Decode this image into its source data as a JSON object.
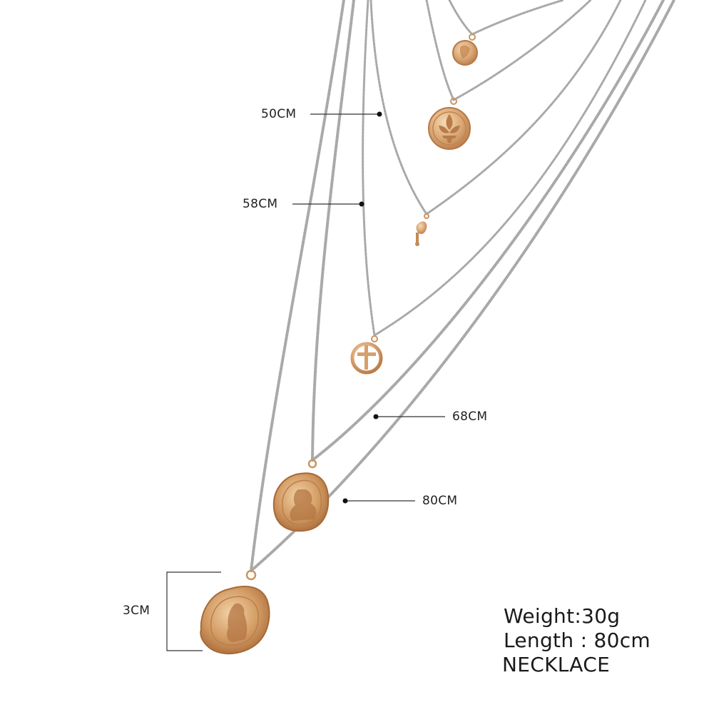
{
  "measurements": [
    {
      "label": "50CM"
    },
    {
      "label": "58CM"
    },
    {
      "label": "68CM"
    },
    {
      "label": "80CM"
    }
  ],
  "pendant_size": {
    "label": "3CM"
  },
  "specs": {
    "weight": "Weight:30g",
    "length": "Length : 80cm",
    "type": "NECKLACE"
  },
  "colors": {
    "background": "#ffffff",
    "chain": "#a9a9a9",
    "gold": "#d9a772",
    "text": "#222222"
  }
}
